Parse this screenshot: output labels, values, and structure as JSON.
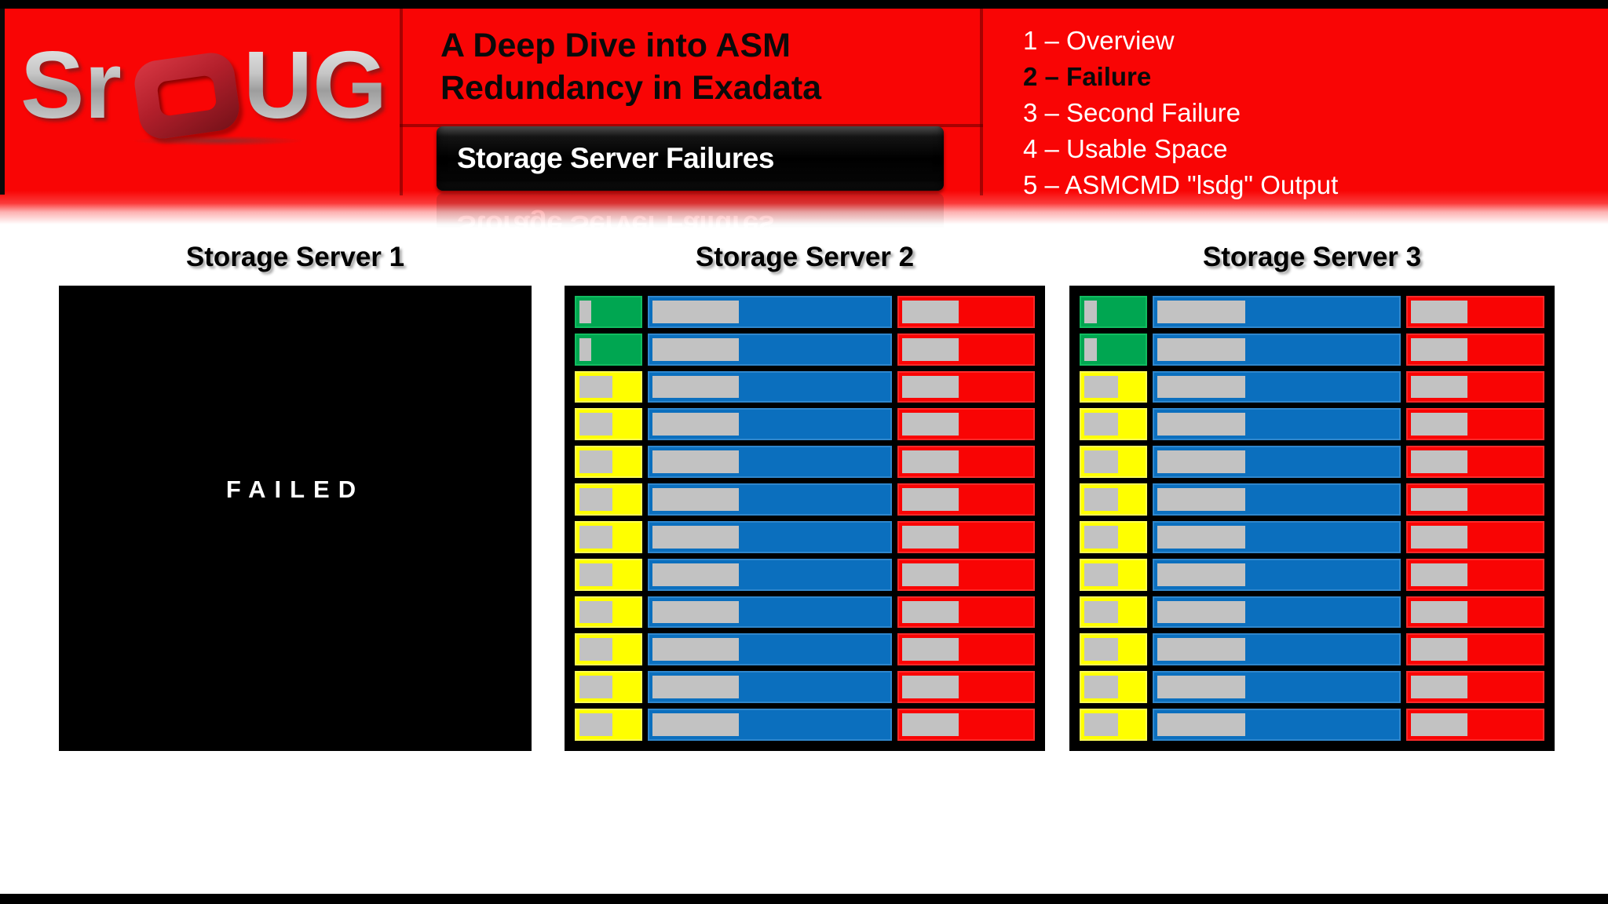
{
  "header": {
    "logo": {
      "part1": "Sr",
      "part2": "UG",
      "o_icon": "oracle-ring"
    },
    "title": {
      "line1": "A Deep Dive into ASM",
      "line2": "Redundancy in Exadata"
    },
    "slide_label": "Storage Server Failures",
    "menu_items": [
      {
        "text": "1 – Overview",
        "active": false
      },
      {
        "text": "2 – Failure",
        "active": true
      },
      {
        "text": "3 – Second Failure",
        "active": false
      },
      {
        "text": "4 – Usable Space",
        "active": false
      },
      {
        "text": "5 – ASMCMD \"lsdg\" Output",
        "active": false
      }
    ]
  },
  "servers": [
    {
      "title": "Storage Server 1",
      "status": "failed",
      "failed_label": "FAILED"
    },
    {
      "title": "Storage Server 2",
      "status": "online",
      "disk_rows": [
        "green",
        "green",
        "yellow",
        "yellow",
        "yellow",
        "yellow",
        "yellow",
        "yellow",
        "yellow",
        "yellow",
        "yellow",
        "yellow"
      ]
    },
    {
      "title": "Storage Server 3",
      "status": "online",
      "disk_rows": [
        "green",
        "green",
        "yellow",
        "yellow",
        "yellow",
        "yellow",
        "yellow",
        "yellow",
        "yellow",
        "yellow",
        "yellow",
        "yellow"
      ]
    }
  ],
  "disk_row_style": {
    "segment_order": [
      "small",
      "blue",
      "red"
    ],
    "segment_colors": {
      "green": "#00A651",
      "yellow": "#FFFF00",
      "blue": "#0B6FBE",
      "red": "#F90404",
      "gray": "#C2C2C2"
    },
    "gray_fractions": {
      "green": 0.19,
      "yellow": 0.52,
      "blue": 0.36,
      "red": 0.42
    }
  },
  "colors": {
    "header_red": "#F90505",
    "bar_black": "#000000",
    "menu_text": "#FFFFFF",
    "active_menu_text": "#0A0A0A",
    "failed_text": "#FFFFFF"
  }
}
